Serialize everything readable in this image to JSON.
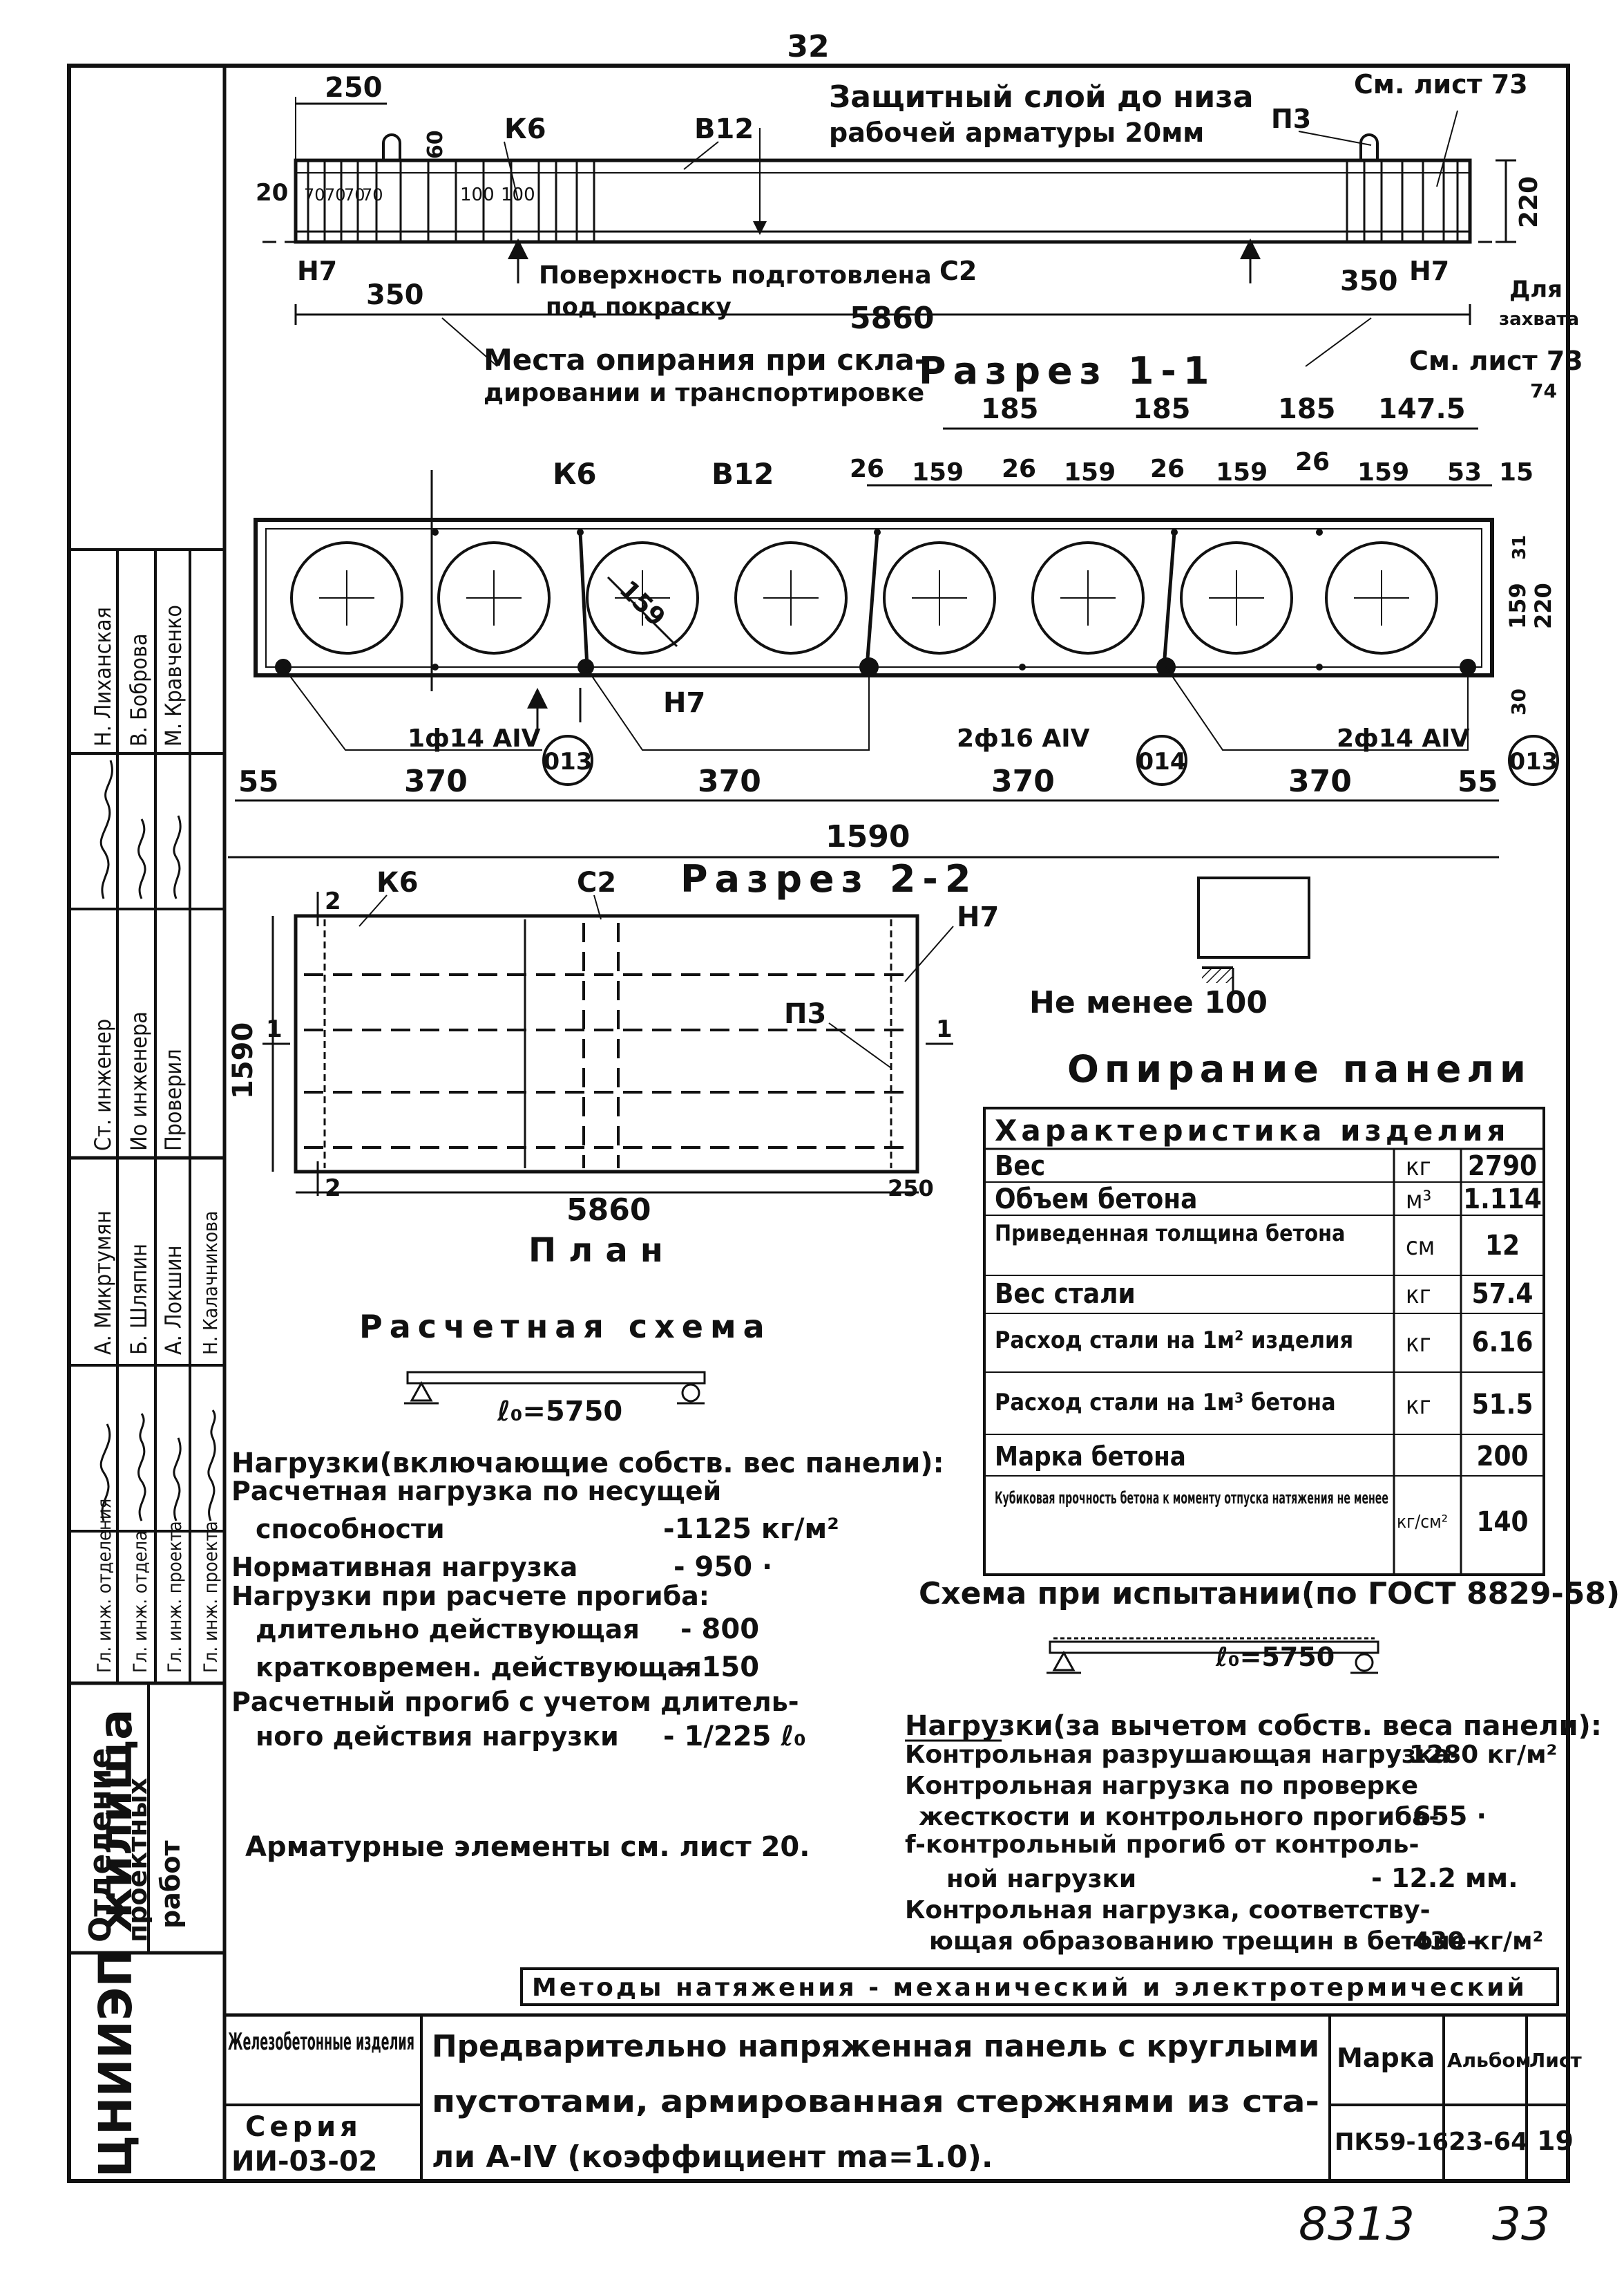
{
  "page_top_number": "32",
  "page_bottom_numbers": [
    "8313",
    "33"
  ],
  "top_view": {
    "dims_top_left": "250",
    "dim_60": "60",
    "labels": {
      "k6": "К6",
      "v12": "В12",
      "p3": "П3",
      "n7_left": "Н7",
      "n7_right": "Н7",
      "c2": "С2"
    },
    "note_cover": [
      "Защитный слой до низа",
      "рабочей арматуры 20мм"
    ],
    "see_sheet": "См. лист 73",
    "dim_20": "20",
    "pitch_dims": [
      "70",
      "70",
      "70",
      "70",
      "100",
      "100"
    ],
    "height": "220",
    "end_left": "350",
    "end_right": "350",
    "note_surface": [
      "Поверхность подготовлена",
      "под покраску"
    ],
    "length": "5860",
    "for_lifting": [
      "Для",
      "захвата"
    ],
    "supports_note": [
      "Места опирания при скла-",
      "дировании и транспортировке"
    ]
  },
  "section_1_1": {
    "title": "Разрез 1-1",
    "see_sheet": "См. лист 73",
    "see_sheet_2": "74",
    "top_spacing": [
      "185",
      "185",
      "185",
      "147.5"
    ],
    "rib_dims": [
      "26",
      "159",
      "26",
      "159",
      "26",
      "159",
      "26",
      "159",
      "53",
      "15"
    ],
    "labels": {
      "k6": "К6",
      "v12": "В12",
      "n7": "Н7"
    },
    "hole_dia": "159",
    "right_dims": [
      "31",
      "159",
      "220",
      "30"
    ],
    "rebar_left": "1ф14 АIV",
    "rebar_mid": "2ф16 АIV",
    "rebar_right": "2ф14 АIV",
    "callouts": [
      "013",
      "014",
      "013"
    ],
    "bottom_dims": [
      "55",
      "370",
      "370",
      "370",
      "370",
      "55"
    ],
    "width": "1590"
  },
  "section_2_2": {
    "title": "Разрез 2-2",
    "labels": {
      "k6": "К6",
      "c2": "С2",
      "n7": "Н7",
      "p3": "П3"
    },
    "cut_marks": [
      "2",
      "2",
      "1",
      "1"
    ],
    "width_dim": "1590",
    "length_dim": "5860",
    "end_dim": "250",
    "plan_label": "План"
  },
  "support": {
    "min_label": "Не менее 100",
    "caption": "Опирание панели"
  },
  "characteristics": {
    "title": "Характеристика изделия",
    "rows": [
      {
        "name": "Вес",
        "unit": "кг",
        "value": "2790"
      },
      {
        "name": "Объем бетона",
        "unit": "м³",
        "value": "1.114"
      },
      {
        "name": "Приведенная толщина бетона",
        "unit": "см",
        "value": "12"
      },
      {
        "name": "Вес стали",
        "unit": "кг",
        "value": "57.4"
      },
      {
        "name": "Расход стали на 1м² изделия",
        "unit": "кг",
        "value": "6.16"
      },
      {
        "name": "Расход стали на 1м³ бетона",
        "unit": "кг",
        "value": "51.5"
      },
      {
        "name": "Марка бетона",
        "unit": "",
        "value": "200"
      },
      {
        "name": "Кубиковая прочность бетона к моменту отпуска натяжения не менее",
        "unit": "кг/см²",
        "value": "140"
      }
    ]
  },
  "calc_scheme": {
    "title": "Расчетная схема",
    "span": "ℓ₀=5750",
    "loads_title": "Нагрузки(включающие собств. вес панели):",
    "lines": [
      {
        "label": "Расчетная нагрузка по несущей",
        "value": ""
      },
      {
        "label": "способности",
        "value": "-1125 кг/м²"
      },
      {
        "label": "Нормативная нагрузка",
        "value": "- 950 ·"
      },
      {
        "label": "Нагрузки при расчете прогиба:",
        "value": ""
      },
      {
        "label": "длительно действующая",
        "value": "- 800"
      },
      {
        "label": "кратковремен. действующая",
        "value": "- 150"
      },
      {
        "label": "Расчетный прогиб с учетом длитель-",
        "value": ""
      },
      {
        "label": "ного действия нагрузки",
        "value": "- 1/225 ℓ₀"
      }
    ],
    "rebar_note": "Арматурные элементы см. лист 20."
  },
  "test_scheme": {
    "title": "Схема при испытании(по ГОСТ 8829-58)",
    "span": "ℓ₀=5750",
    "loads_title": "Нагрузки(за вычетом собств. веса панели):",
    "lines": [
      {
        "label": "Контрольная разрушающая нагрузка-",
        "value": "1280 кг/м²"
      },
      {
        "label": "Контрольная нагрузка по проверке",
        "value": ""
      },
      {
        "label": "жесткости и контрольного прогиба-",
        "value": "655 ·"
      },
      {
        "label": "f-контрольный прогиб от контроль-",
        "value": ""
      },
      {
        "label": "ной нагрузки",
        "value": "- 12.2 мм."
      },
      {
        "label": "Контрольная нагрузка, соответству-",
        "value": ""
      },
      {
        "label": "ющая образованию трещин в бетоне-",
        "value": "430 кг/м²"
      }
    ]
  },
  "methods": "Методы натяжения - механический и электротермический",
  "title_block": {
    "category": "Железобетонные изделия",
    "series_label": "Серия",
    "series": "ИИ-03-02",
    "description": [
      "Предварительно напряженная панель с круглыми",
      "пустотами, армированная стержнями из ста-",
      "ли А-IV (коэффициент mа=1.0)."
    ],
    "mark_label": "Марка",
    "album_label": "Альбом",
    "sheet_label": "Лист",
    "mark": "ПК59-16",
    "album": "23-64",
    "sheet": "19"
  },
  "side_stamp": {
    "org": "ЦНИИЭП жилища",
    "dept": [
      "Отделение",
      "проектных",
      "работ"
    ],
    "roles": [
      "Гл. инж. отделения",
      "Гл. инж. отдела",
      "Гл. инж. проекта",
      "Гл. инж. проекта"
    ],
    "roles2": [
      "Ст. инженер",
      "Ио инженера",
      "Проверил"
    ],
    "names1": [
      "А. Микртумян",
      "Б. Шляпин",
      "А. Локшин",
      "Н. Калачникова"
    ],
    "names2": [
      "Н. Лиханская",
      "В. Боброва",
      "М. Кравченко"
    ]
  }
}
